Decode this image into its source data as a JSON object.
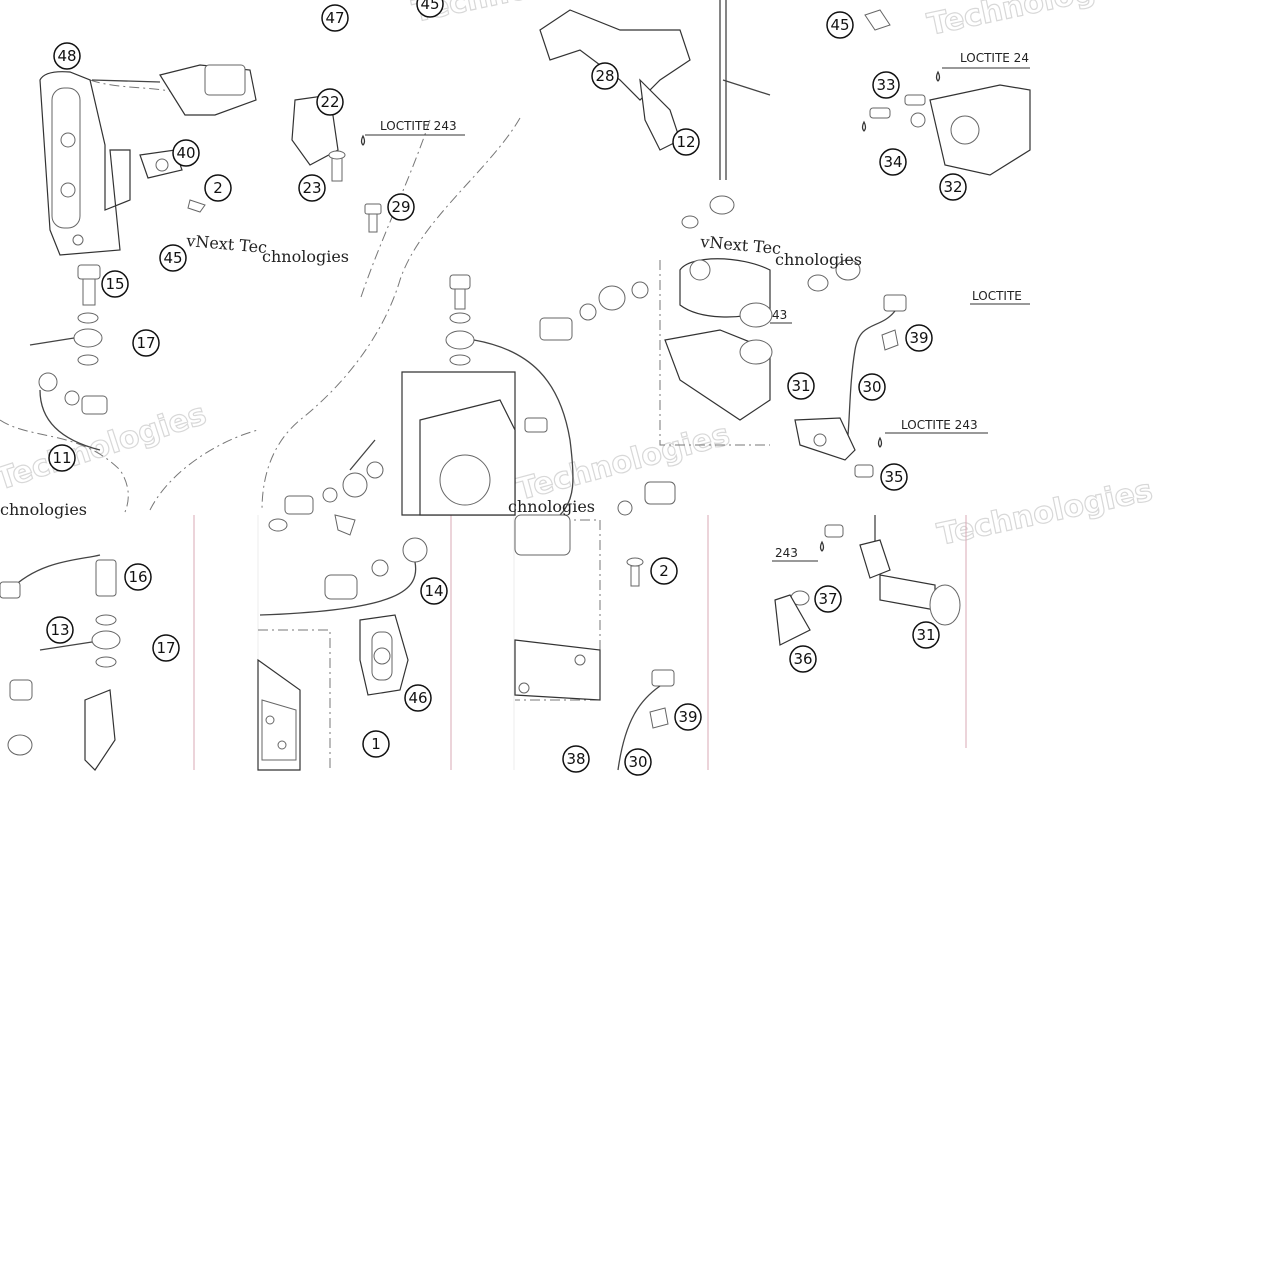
{
  "watermark": {
    "brand": "vNext Technologies",
    "tile_words": [
      "vNext Tec",
      "Technologies",
      "chnologies",
      "Techno",
      "Technologies",
      "Next"
    ],
    "ghost": "Technologies"
  },
  "notes": {
    "loctite_243": "LOCTITE 243",
    "loctite_truncated": "LOCTITE 24",
    "loctite_cut": "LOCTITE",
    "fragment_243": "243",
    "fragment_43": "43"
  },
  "callouts": [
    {
      "id": "c48",
      "num": "48"
    },
    {
      "id": "c47",
      "num": "47"
    },
    {
      "id": "c45a",
      "num": "45"
    },
    {
      "id": "c28",
      "num": "28"
    },
    {
      "id": "c12",
      "num": "12"
    },
    {
      "id": "c45b",
      "num": "45"
    },
    {
      "id": "c33",
      "num": "33"
    },
    {
      "id": "c34",
      "num": "34"
    },
    {
      "id": "c32",
      "num": "32"
    },
    {
      "id": "c40",
      "num": "40"
    },
    {
      "id": "c2a",
      "num": "2"
    },
    {
      "id": "c22",
      "num": "22"
    },
    {
      "id": "c23",
      "num": "23"
    },
    {
      "id": "c29",
      "num": "29"
    },
    {
      "id": "c15",
      "num": "15"
    },
    {
      "id": "c17a",
      "num": "17"
    },
    {
      "id": "c11",
      "num": "11"
    },
    {
      "id": "c39a",
      "num": "39"
    },
    {
      "id": "c31a",
      "num": "31"
    },
    {
      "id": "c30a",
      "num": "30"
    },
    {
      "id": "c35",
      "num": "35"
    },
    {
      "id": "c16",
      "num": "16"
    },
    {
      "id": "c13",
      "num": "13"
    },
    {
      "id": "c17b",
      "num": "17"
    },
    {
      "id": "c14",
      "num": "14"
    },
    {
      "id": "c46",
      "num": "46"
    },
    {
      "id": "c1",
      "num": "1"
    },
    {
      "id": "c2b",
      "num": "2"
    },
    {
      "id": "c39b",
      "num": "39"
    },
    {
      "id": "c38",
      "num": "38"
    },
    {
      "id": "c30b",
      "num": "30"
    },
    {
      "id": "c37",
      "num": "37"
    },
    {
      "id": "c36",
      "num": "36"
    },
    {
      "id": "c31b",
      "num": "31"
    },
    {
      "id": "c45c",
      "num": "45"
    }
  ]
}
